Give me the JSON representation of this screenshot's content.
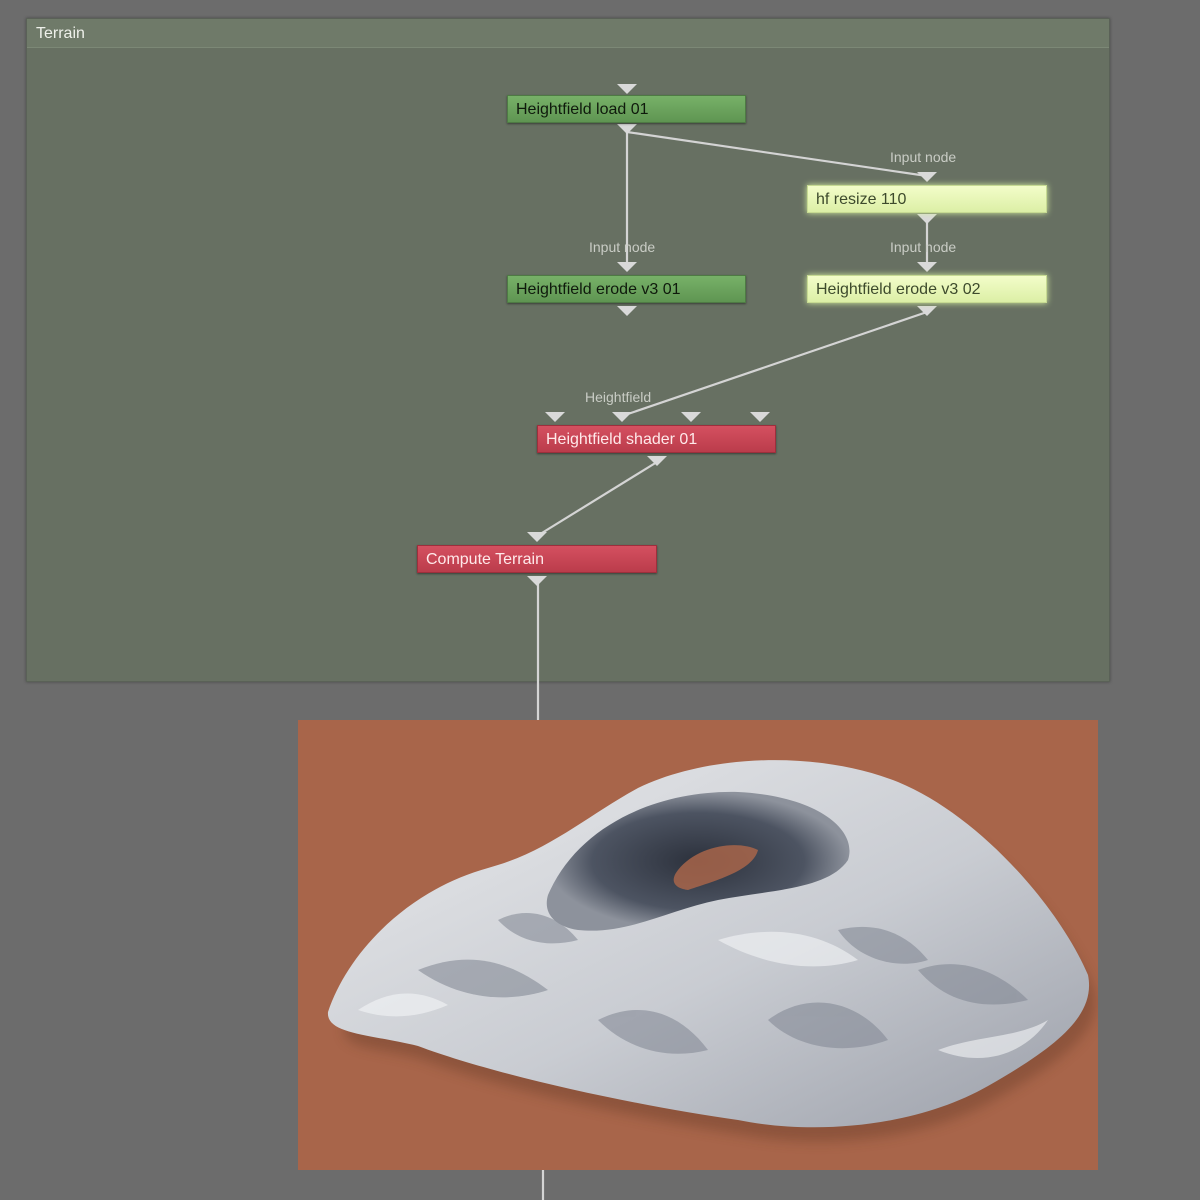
{
  "group": {
    "title": "Terrain"
  },
  "nodes": {
    "heightfield_load": "Heightfield load 01",
    "hf_resize": "hf resize 110",
    "erode_01": "Heightfield erode v3 01",
    "erode_02": "Heightfield erode v3 02",
    "shader": "Heightfield shader 01",
    "compute": "Compute Terrain"
  },
  "port_labels": {
    "resize_input": "Input node",
    "erode01_input": "Input node",
    "erode02_input": "Input node",
    "shader_heightfield": "Heightfield"
  },
  "preview": {
    "icons": [
      "terrain-render-preview"
    ]
  },
  "colors": {
    "canvas": "#6c6c6c",
    "group": "#677062",
    "node_green": "#6aa35c",
    "node_lime": "#e8f7b5",
    "node_red": "#c8475a",
    "preview_ground": "#a8654a"
  }
}
